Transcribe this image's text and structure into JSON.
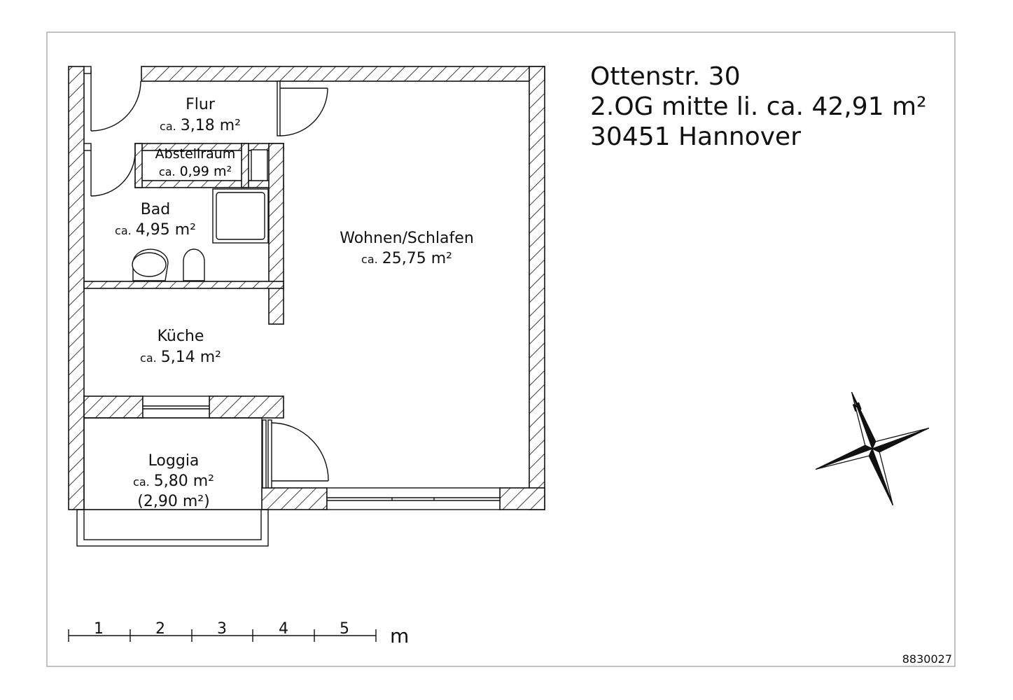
{
  "header": {
    "line1": "Ottenstr. 30",
    "line2": "2.OG mitte li. ca. 42,91 m²",
    "line3": "30451 Hannover"
  },
  "rooms": {
    "flur": {
      "name": "Flur",
      "ca": "ca.",
      "area": "3,18 m²"
    },
    "abstellraum": {
      "name": "Abstellraum",
      "ca": "ca.",
      "area": "0,99 m²"
    },
    "bad": {
      "name": "Bad",
      "ca": "ca.",
      "area": "4,95 m²"
    },
    "wohnen": {
      "name": "Wohnen/Schlafen",
      "ca": "ca.",
      "area": "25,75 m²"
    },
    "kueche": {
      "name": "Küche",
      "ca": "ca.",
      "area": "5,14 m²"
    },
    "loggia": {
      "name": "Loggia",
      "ca": "ca.",
      "area": "5,80 m²",
      "area_alt": "(2,90 m²)"
    }
  },
  "scale": {
    "labels": [
      "1",
      "2",
      "3",
      "4",
      "5"
    ],
    "unit": "m"
  },
  "compass": {
    "north_label": "N",
    "icon": "compass-rose-icon"
  },
  "plan_code": "8830027",
  "colors": {
    "line": "#111111",
    "paper": "#ffffff",
    "frame": "#999999"
  }
}
